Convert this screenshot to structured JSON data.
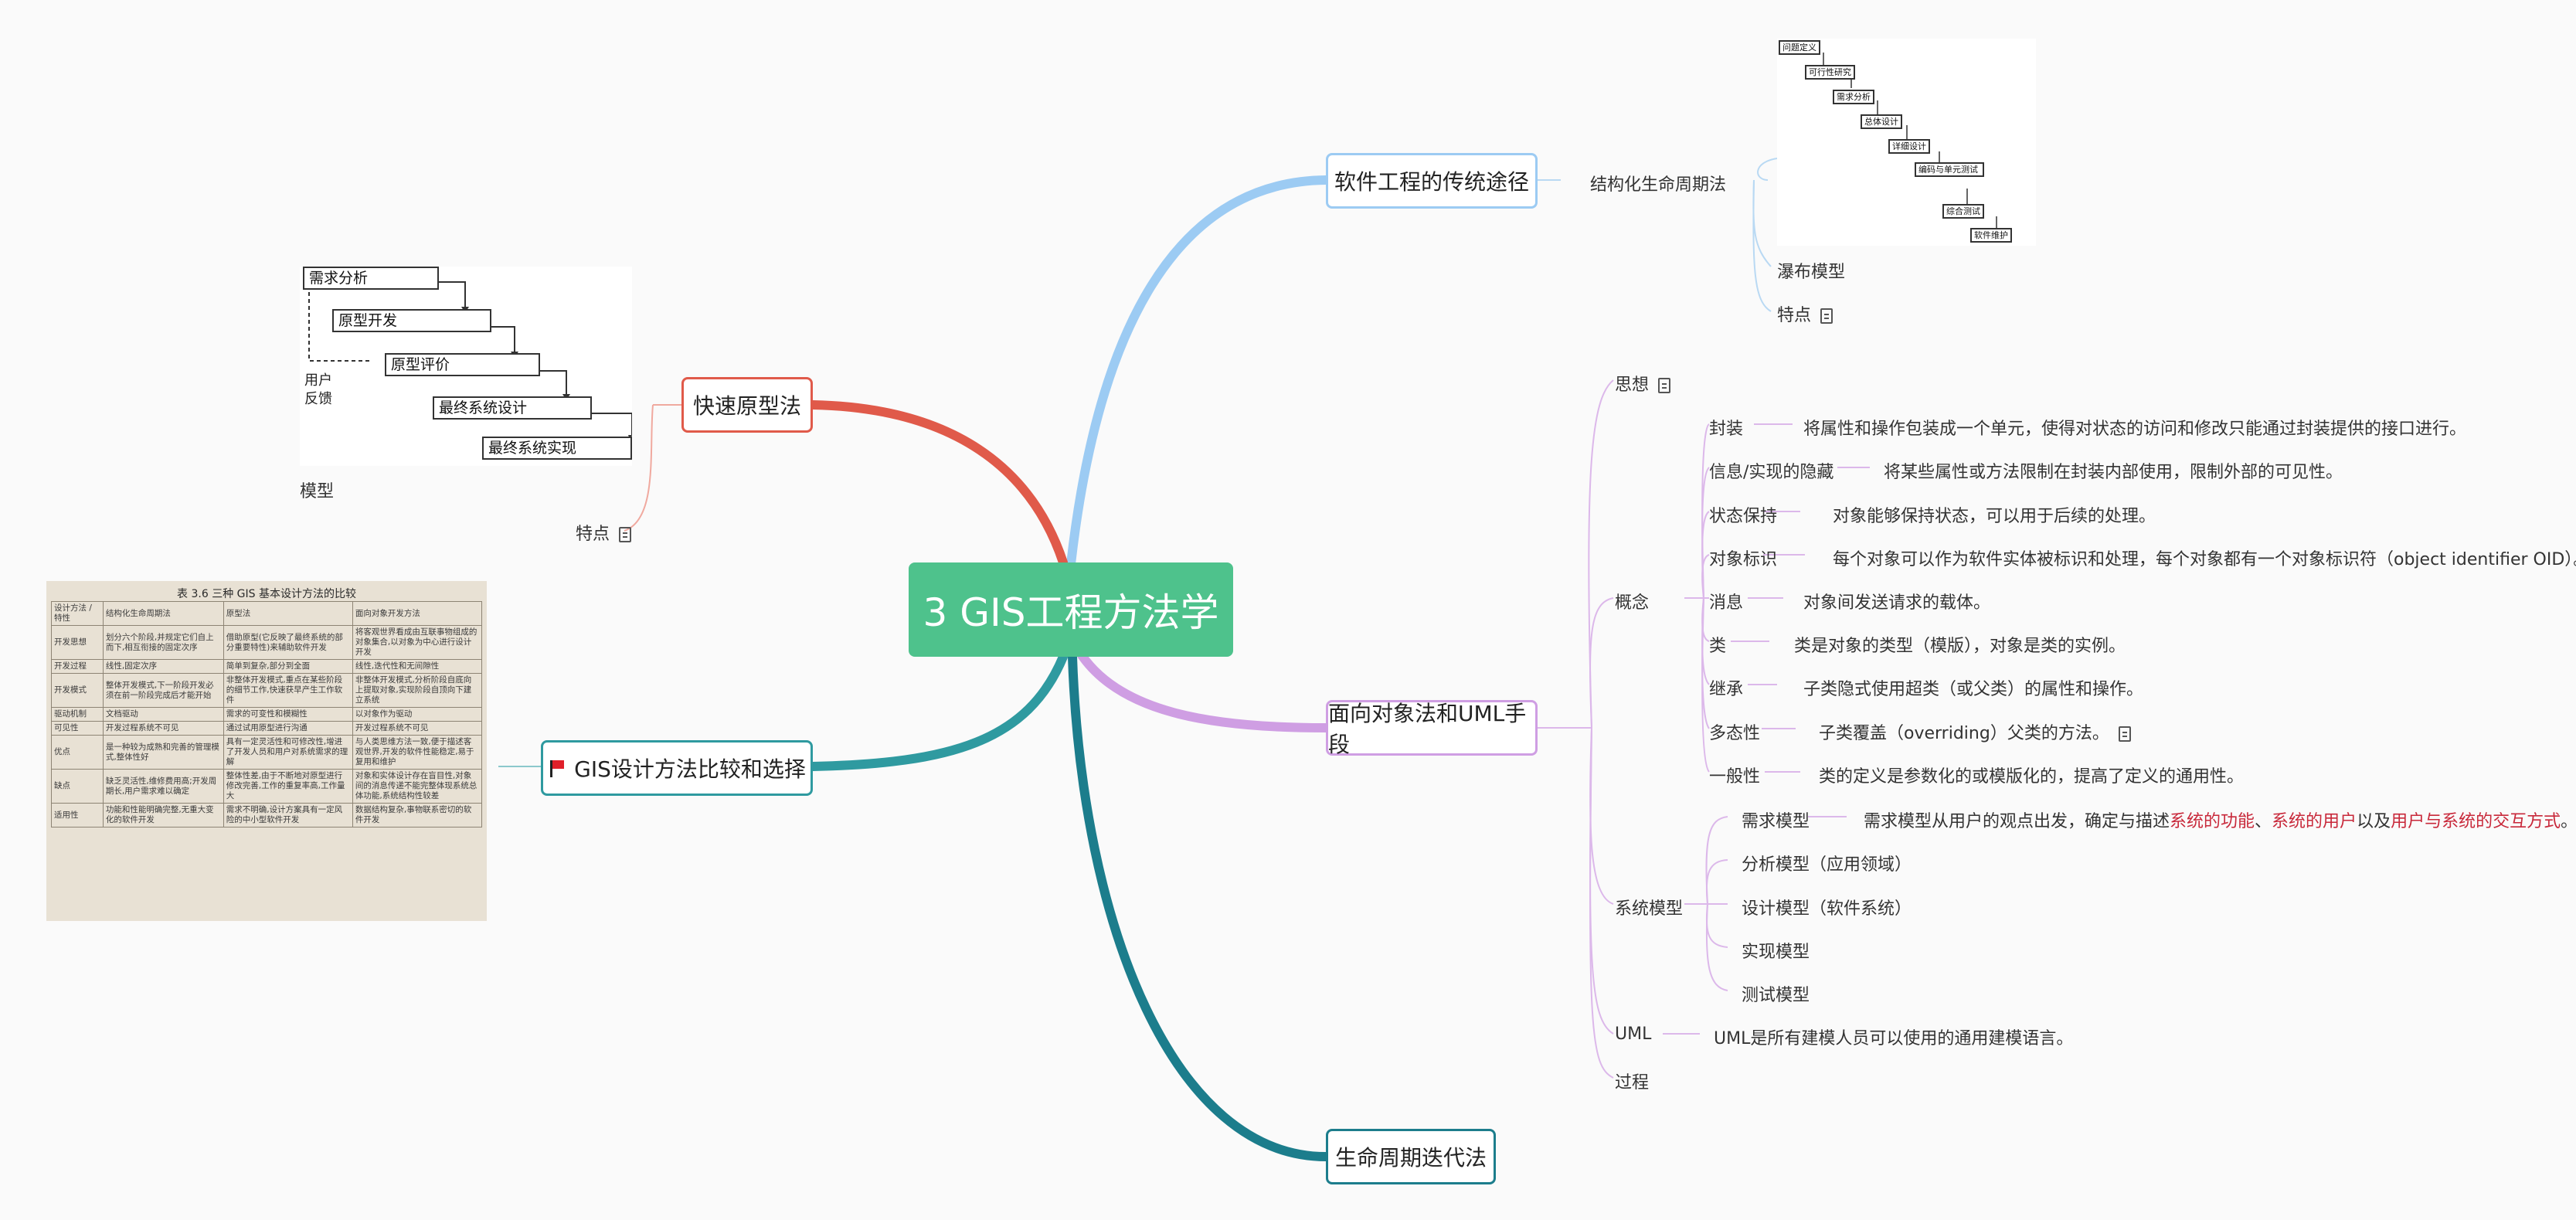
{
  "central": "3 GIS工程方法学",
  "branches": {
    "traditional": {
      "title": "软件工程的传统途径",
      "child": "结构化生命周期法",
      "waterfall_caption": "瀑布模型",
      "features": "特点",
      "waterfall_steps": [
        "问题定义",
        "可行性研究",
        "需求分析",
        "总体设计",
        "详细设计",
        "编码与单元测试",
        "综合测试",
        "软件维护"
      ]
    },
    "prototype": {
      "title": "快速原型法",
      "model_caption": "模型",
      "features": "特点",
      "steps": [
        "需求分析",
        "原型开发",
        "原型评价",
        "最终系统设计",
        "最终系统实现"
      ],
      "feedback": [
        "用户",
        "反馈"
      ]
    },
    "gis_compare": {
      "title": "GIS设计方法比较和选择",
      "table_title": "表 3.6   三种 GIS 基本设计方法的比较",
      "table_header": [
        "设计方法 / 特性",
        "结构化生命周期法",
        "原型法",
        "面向对象开发方法"
      ],
      "table_rows": [
        [
          "开发思想",
          "划分六个阶段,并规定它们自上而下,相互衔接的固定次序",
          "借助原型(它反映了最终系统的部分重要特性)来辅助软件开发",
          "将客观世界看成由互联事物组成的对象集合,以对象为中心进行设计开发"
        ],
        [
          "开发过程",
          "线性,固定次序",
          "简单到复杂,部分到全面",
          "线性,迭代性和无间隙性"
        ],
        [
          "开发模式",
          "整体开发模式,下一阶段开发必须在前一阶段完成后才能开始",
          "非整体开发模式,重点在某些阶段的细节工作,快速获早产生工作软件",
          "非整体开发模式,分析阶段自底向上提取对象,实现阶段自顶向下建立系统"
        ],
        [
          "驱动机制",
          "文档驱动",
          "需求的可变性和模糊性",
          "以对象作为驱动"
        ],
        [
          "可见性",
          "开发过程系统不可见",
          "通过试用原型进行沟通",
          "开发过程系统不可见"
        ],
        [
          "优点",
          "是一种较为成熟和完善的管理模式,整体性好",
          "具有一定灵活性和可修改性,增进了开发人员和用户对系统需求的理解",
          "与人类思维方法一致,便于描述客观世界,开发的软件性能稳定,易于复用和维护"
        ],
        [
          "缺点",
          "缺乏灵活性,维修费用高;开发周期长,用户需求难以确定",
          "整体性差,由于不断地对原型进行修改完善,工作的重复率高,工作量大",
          "对象和实体设计存在盲目性,对象间的消息传递不能完整体现系统总体功能,系统结构性较差"
        ],
        [
          "适用性",
          "功能和性能明确完整,无重大变化的软件开发",
          "需求不明确,设计方案具有一定风险的中小型软件开发",
          "数据结构复杂,事物联系密切的软件开发"
        ]
      ]
    },
    "oo": {
      "title": "面向对象法和UML手段",
      "thought": "思想",
      "concept": {
        "label": "概念",
        "items": [
          {
            "name": "封装",
            "desc": "将属性和操作包装成一个单元，使得对状态的访问和修改只能通过封装提供的接口进行。"
          },
          {
            "name": "信息/实现的隐藏",
            "desc": "将某些属性或方法限制在封装内部使用，限制外部的可见性。"
          },
          {
            "name": "状态保持",
            "desc": "对象能够保持状态，可以用于后续的处理。"
          },
          {
            "name": "对象标识",
            "desc": "每个对象可以作为软件实体被标识和处理，每个对象都有一个对象标识符（object identifier OID）。"
          },
          {
            "name": "消息",
            "desc": "对象间发送请求的载体。"
          },
          {
            "name": "类",
            "desc": "类是对象的类型（模版），对象是类的实例。"
          },
          {
            "name": "继承",
            "desc": "子类隐式使用超类（或父类）的属性和操作。"
          },
          {
            "name": "多态性",
            "desc": "子类覆盖（overriding）父类的方法。"
          },
          {
            "name": "一般性",
            "desc": "类的定义是参数化的或模版化的，提高了定义的通用性。"
          }
        ]
      },
      "system_model": {
        "label": "系统模型",
        "req_name": "需求模型",
        "req_desc_a": "需求模型从用户的观点出发，确定与描述",
        "req_hl1": "系统的功能",
        "req_sep1": "、",
        "req_hl2": "系统的用户",
        "req_sep2": "以及",
        "req_hl3": "用户与系统的交互方式",
        "req_end": "。",
        "others": [
          "分析模型（应用领域）",
          "设计模型（软件系统）",
          "实现模型",
          "测试模型"
        ]
      },
      "uml": {
        "name": "UML",
        "desc": "UML是所有建模人员可以使用的通用建模语言。"
      },
      "process": "过程"
    },
    "lifecycle": {
      "title": "生命周期迭代法"
    }
  },
  "colors": {
    "central": "#4ec28c",
    "blue": "#9ccbf3",
    "red": "#e05a4a",
    "teal": "#2f9aa0",
    "purple": "#cf9ee3",
    "darkteal": "#1c7d8c",
    "highlight": "#c8283a"
  }
}
